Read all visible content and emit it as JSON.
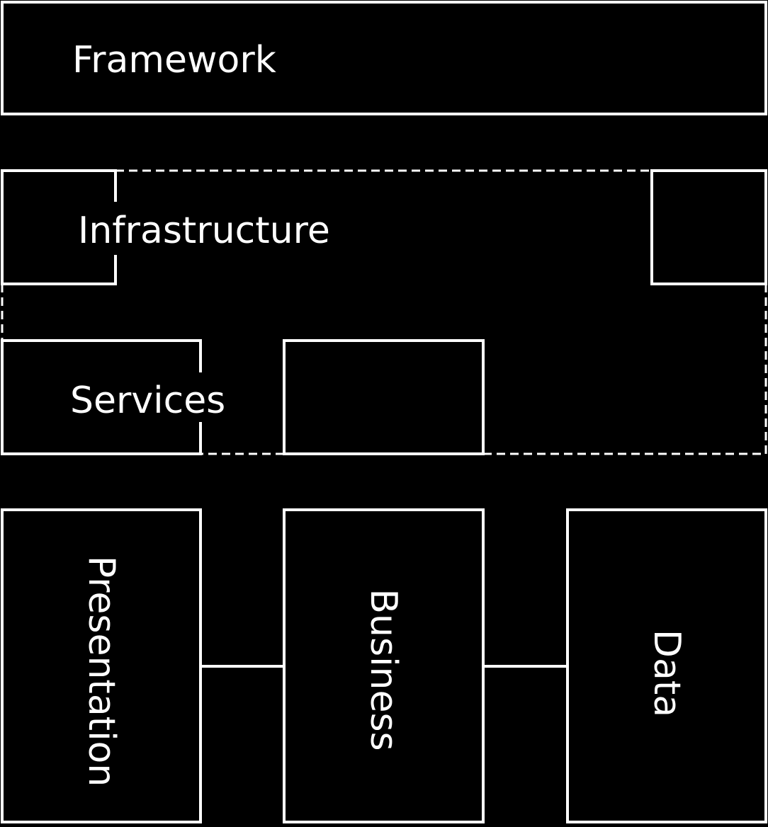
{
  "colors": {
    "background": "#000000",
    "stroke": "#ffffff",
    "text": "#ffffff"
  },
  "labels": {
    "framework": "Framework",
    "infrastructure": "Infrastructure",
    "services": "Services",
    "presentation": "Presentation",
    "business": "Business",
    "data": "Data"
  }
}
